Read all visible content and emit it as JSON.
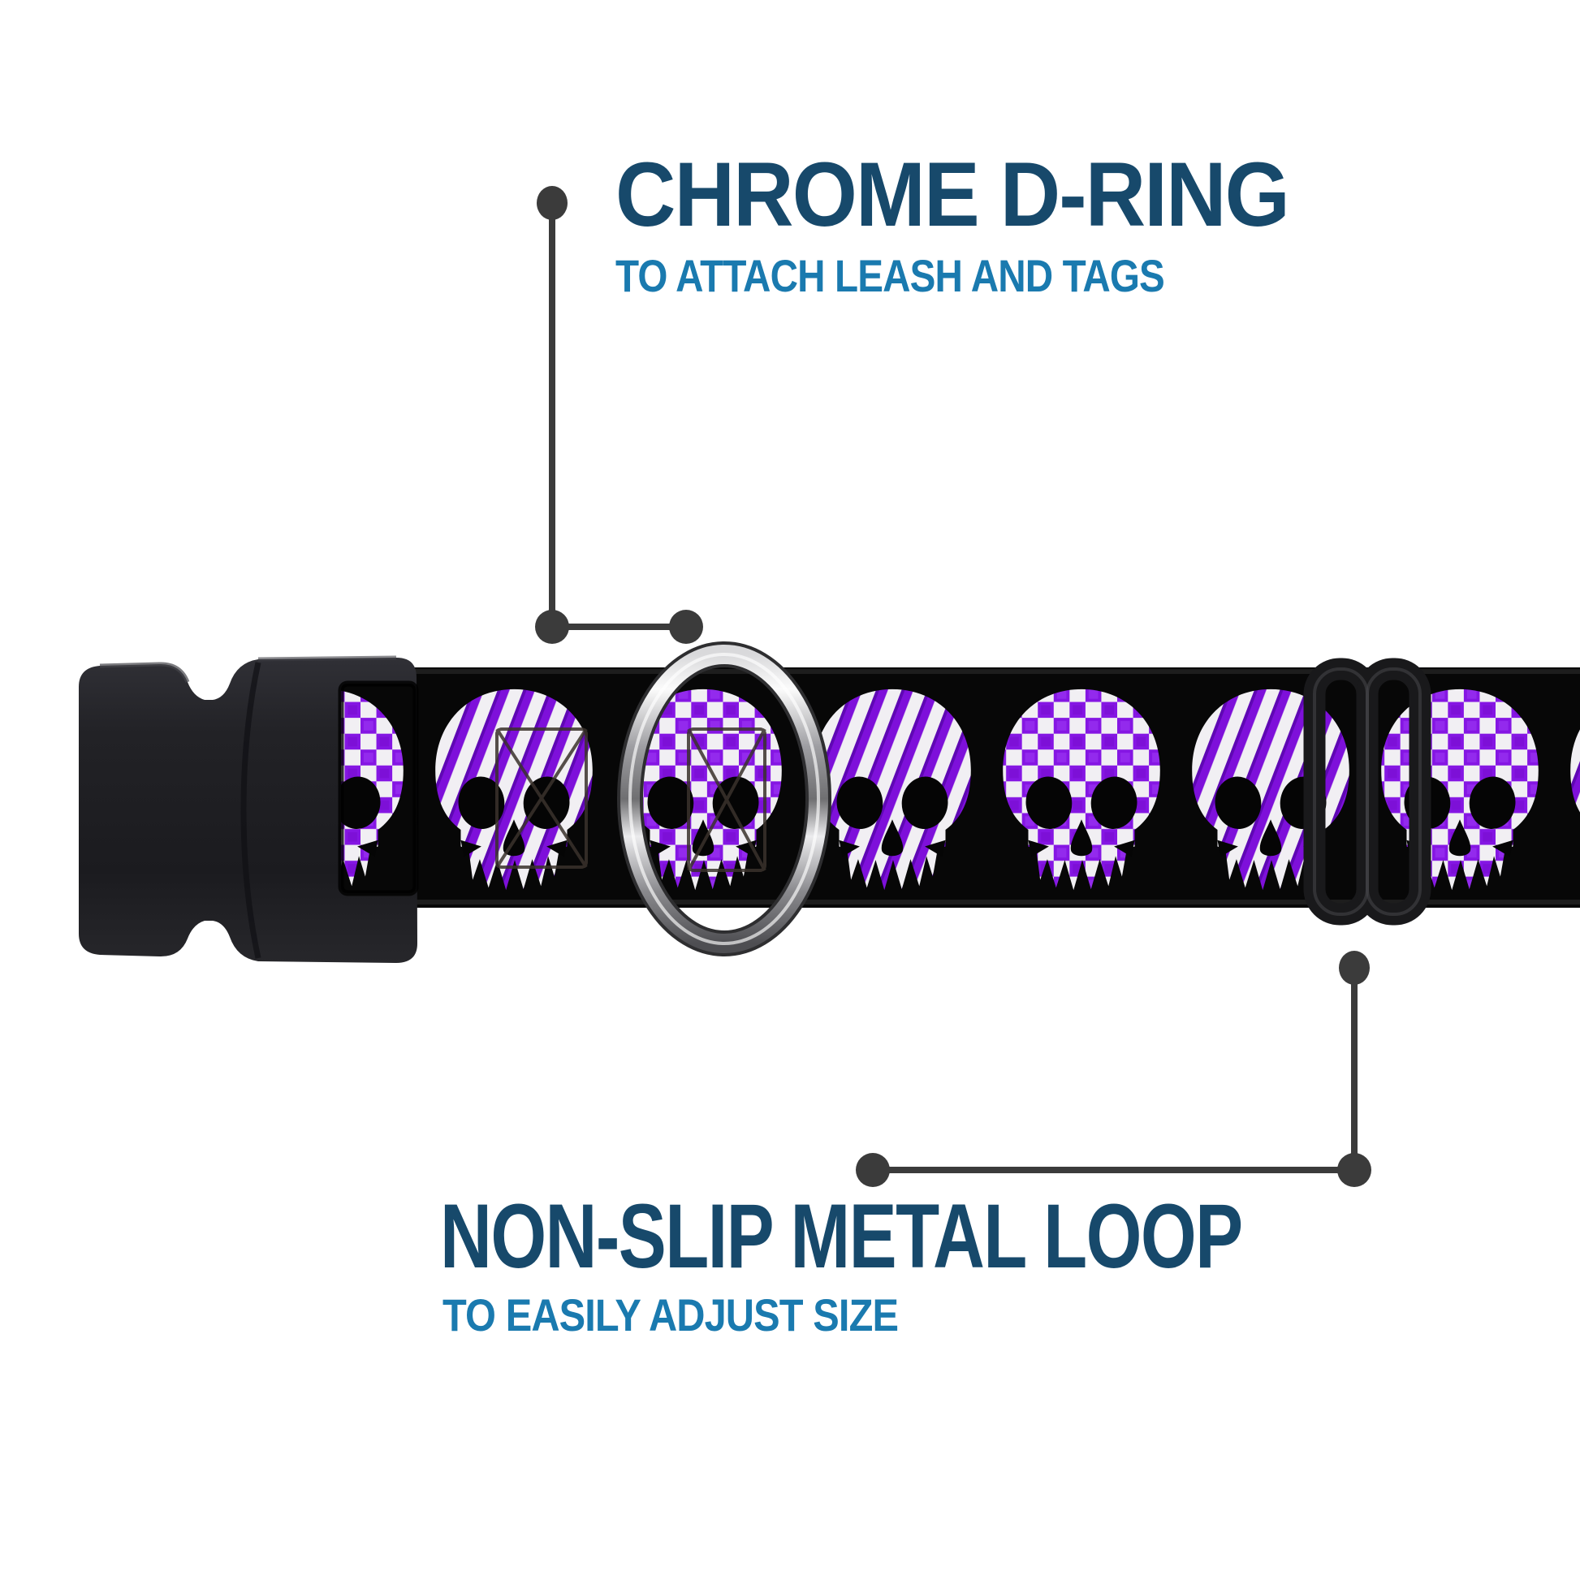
{
  "image_type": "product-feature-diagram",
  "product": {
    "name": "skull pattern dog collar",
    "webbing_description": "alternating checkerboard and diagonal-stripe purple skulls on black webbing",
    "hardware": [
      {
        "part": "side-release-buckle",
        "material": "black plastic"
      },
      {
        "part": "d-ring",
        "material": "chrome metal"
      },
      {
        "part": "adjuster-loop",
        "material": "black metal"
      }
    ]
  },
  "callouts": [
    {
      "id": "d-ring",
      "title": "CHROME D-RING",
      "subtitle": "TO ATTACH LEASH AND TAGS",
      "points_to": "chrome d-ring"
    },
    {
      "id": "metal-loop",
      "title": "NON-SLIP METAL LOOP",
      "subtitle": "TO EASILY ADJUST SIZE",
      "points_to": "black metal adjuster loop"
    }
  ],
  "colors": {
    "background": "#ffffff",
    "title_navy": "#17496b",
    "subtitle_blue": "#1a7aaf",
    "callout_line": "#3b3b3b",
    "webbing_black": "#070707",
    "skull_white": "#f1eff3",
    "skull_purple_checker": "#8516e3",
    "skull_purple_stripe": "#7e10da",
    "buckle_black": "#232327",
    "chrome_highlight": "#f7f7f7",
    "chrome_shadow": "#6f6f71"
  },
  "collar": {
    "pattern_sequence": [
      "checker",
      "stripe",
      "checker",
      "stripe",
      "checker",
      "stripe",
      "checker",
      "stripe"
    ]
  }
}
